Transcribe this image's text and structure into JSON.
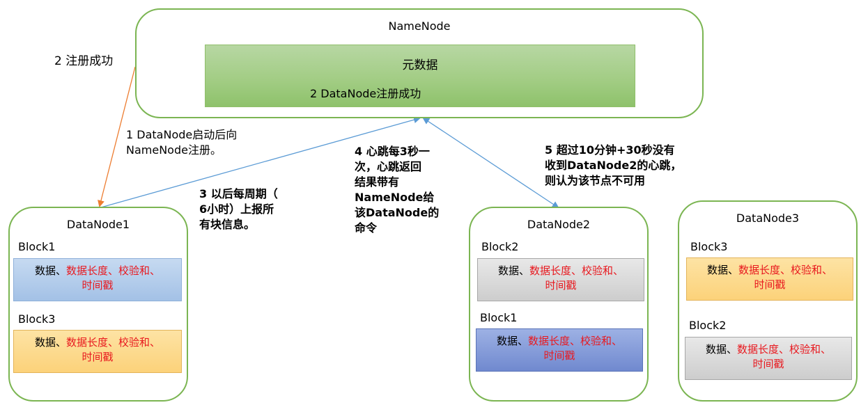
{
  "namenode": {
    "title": "NameNode",
    "metadata": {
      "title": "元数据",
      "subtitle": "2 DataNode注册成功"
    }
  },
  "block_item": {
    "part1": "数据、",
    "part2": "数据长度、校验和、",
    "line2": "时间戳"
  },
  "datanodes": [
    {
      "title": "DataNode1",
      "blocks": [
        {
          "label": "Block1",
          "color": "#a3c1e6"
        },
        {
          "label": "Block3",
          "color": "#fcd27a"
        }
      ]
    },
    {
      "title": "DataNode2",
      "blocks": [
        {
          "label": "Block2",
          "color": "#cdcdcd"
        },
        {
          "label": "Block1",
          "color": "#7089cf"
        }
      ]
    },
    {
      "title": "DataNode3",
      "blocks": [
        {
          "label": "Block3",
          "color": "#fcd27a"
        },
        {
          "label": "Block2",
          "color": "#cdcdcd"
        }
      ]
    }
  ],
  "annotations": {
    "register_success": "2 注册成功",
    "startup": [
      "1 DataNode启动后向",
      "NameNode注册。"
    ],
    "report": [
      "3 以后每周期（",
      "6小时）上报所",
      "有块信息。"
    ],
    "heartbeat": [
      "4 心跳每3秒一",
      "次，心跳返回",
      "结果带有",
      "NameNode给",
      "该DataNode的",
      "命令"
    ],
    "timeout": [
      "5 超过10分钟+30秒没有",
      "收到DataNode2的心跳，",
      "则认为该节点不可用"
    ]
  },
  "colors": {
    "node_border": "#7bb552",
    "arrow_orange": "#ed7d31",
    "arrow_blue": "#5b9bd5",
    "highlight_red": "#e8191f"
  }
}
